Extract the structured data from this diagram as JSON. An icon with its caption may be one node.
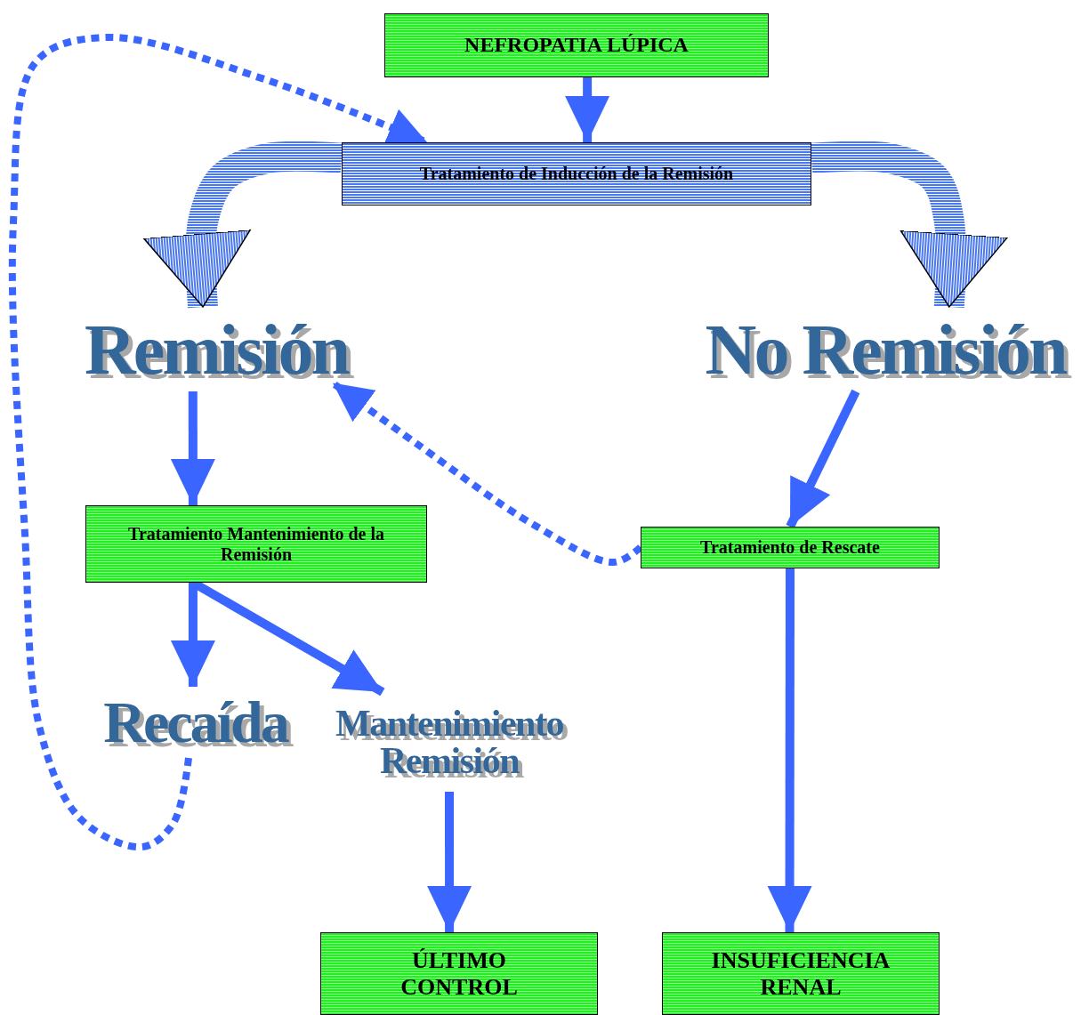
{
  "diagram": {
    "nodes": [
      {
        "text": [
          "NEFROPATIA LÚPICA"
        ]
      },
      {
        "text": [
          "Tratamiento de Inducción de la Remisión"
        ]
      },
      {
        "text": [
          "Remisión"
        ]
      },
      {
        "text": [
          "No Remisión"
        ]
      },
      {
        "text": [
          "Tratamiento Mantenimiento de la Remisión"
        ]
      },
      {
        "text": [
          "Tratamiento de Rescate"
        ]
      },
      {
        "text": [
          "Recaída"
        ]
      },
      {
        "text": [
          "Mantenimiento Remisión"
        ]
      },
      {
        "text": [
          "ÚLTIMO CONTROL"
        ]
      },
      {
        "text": [
          "INSUFICIENCIA RENAL"
        ]
      }
    ],
    "edges": [
      {
        "from": 0,
        "to": 1,
        "arrow": "to"
      },
      {
        "from": 1,
        "to": 2,
        "arrow": "to",
        "style": "thick"
      },
      {
        "from": 1,
        "to": 3,
        "arrow": "to",
        "style": "thick"
      },
      {
        "from": 2,
        "to": 4,
        "arrow": "to"
      },
      {
        "from": 3,
        "to": 5,
        "arrow": "to"
      },
      {
        "from": 4,
        "to": 6,
        "arrow": "to"
      },
      {
        "from": 4,
        "to": 7,
        "arrow": "to"
      },
      {
        "from": 5,
        "to": 2,
        "arrow": "to",
        "style": "dashed"
      },
      {
        "from": 6,
        "to": 1,
        "arrow": "to",
        "style": "dashed"
      },
      {
        "from": 7,
        "to": 8,
        "arrow": "to"
      },
      {
        "from": 5,
        "to": 9,
        "arrow": "to"
      }
    ]
  }
}
